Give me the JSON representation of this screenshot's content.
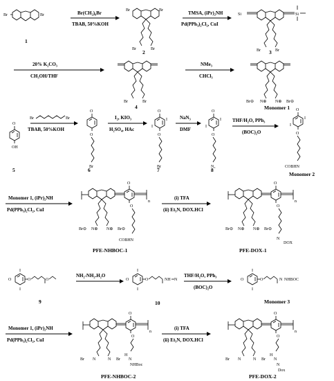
{
  "row1": {
    "arrow1_top": "Br(CH₂)₆Br",
    "arrow1_bottom": "TBAB, 50%KOH",
    "arrow2_top": "TMSA, (iPr)₂NH",
    "arrow2_bottom": "Pd(PPh₃)₂Cl₂, CuI",
    "compound1": "1",
    "compound2": "2",
    "compound3": "3"
  },
  "row2": {
    "arrow1_top": "20% K₂CO₃",
    "arrow1_bottom": "CH₃OH/THF",
    "arrow2_top": "NMe₃",
    "arrow2_bottom": "CHCl₃",
    "compound4": "4",
    "monomer1": "Monomer 1"
  },
  "row3": {
    "arrow1_bottom": "TBAB, 50%KOH",
    "arrow2_top": "I₂, KIO₃",
    "arrow2_bottom": "H₂SO₄, HAc",
    "arrow3_top": "NaN₃",
    "arrow3_bottom": "DMF",
    "arrow4_top": "THF/H₂O, PPh₃",
    "arrow4_bottom": "(BOC)₂O",
    "compound5": "5",
    "compound6": "6",
    "compound7": "7",
    "compound8": "8",
    "monomer2": "Monomer 2",
    "n3": "N₃",
    "cobhn": "COBHN"
  },
  "row4": {
    "arrow1_top": "Monomer 1, (iPr)₂NH",
    "arrow1_bottom": "Pd(PPh₃)₂Cl₂, CuI",
    "arrow2_top": "(i) TFA",
    "arrow2_bottom": "(ii) Et₃N, DOX.HCl",
    "polymer1": "PFE-NHBOC-1",
    "polymer2": "PFE-DOX-1",
    "cobhn": "COBHN",
    "dox": "DOX"
  },
  "row5": {
    "arrow1_top": "NH₂-NH₂.H₂O",
    "arrow2_top": "THF/H₂O, PPh₃",
    "arrow2_bottom": "(BOC)₂O",
    "compound9": "9",
    "compound10": "10",
    "monomer3": "Monomer 3",
    "nhboc": "NHBOC"
  },
  "row6": {
    "arrow1_top": "Monomer 1, (iPr)₂NH",
    "arrow1_bottom": "Pd(PPh₃)₂Cl₂, CuI",
    "arrow2_top": "(i) TFA",
    "arrow2_bottom": "(ii) Et₃N, DOX.HCl",
    "polymer3": "PFE-NHBOC-2",
    "polymer4": "PFE-DOX-2",
    "nhboc": "NHBoc",
    "dox": "Dox"
  },
  "atoms": {
    "br": "Br",
    "si": "Si",
    "o": "O",
    "oh": "OH",
    "i": "I",
    "n": "N",
    "h": "H",
    "nh": "NH",
    "n_sub": "n",
    "br_minus": "Br⊖",
    "n_plus": "N⊕"
  }
}
